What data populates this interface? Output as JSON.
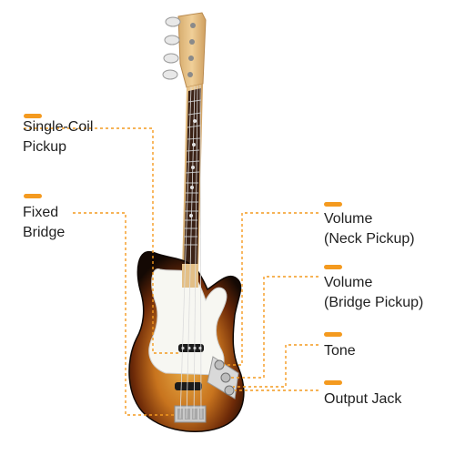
{
  "colors": {
    "accent": "#f49a1f",
    "sunburst_outer": "#1b0d05",
    "sunburst_mid": "#8a3a0c",
    "sunburst_center": "#e6a23a",
    "pickguard": "#f7f7f2",
    "neck": "#e3bf86",
    "fretboard": "#3b2216"
  },
  "callouts": {
    "single_coil": {
      "line1": "Single-Coil",
      "line2": "Pickup"
    },
    "fixed_bridge": {
      "line1": "Fixed",
      "line2": "Bridge"
    },
    "volume_neck": {
      "line1": "Volume",
      "line2": "(Neck Pickup)"
    },
    "volume_bridge": {
      "line1": "Volume",
      "line2": "(Bridge Pickup)"
    },
    "tone": {
      "line1": "Tone"
    },
    "output_jack": {
      "line1": "Output Jack"
    }
  }
}
